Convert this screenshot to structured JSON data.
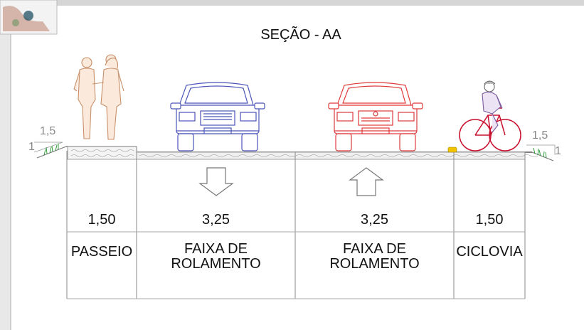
{
  "diagram": {
    "title": "SEÇÃO - AA",
    "segments": [
      {
        "width_label": "1,50",
        "name": "PASSEIO"
      },
      {
        "width_label": "3,25",
        "name": "FAIXA DE\nROLAMENTO"
      },
      {
        "width_label": "3,25",
        "name": "FAIXA DE\nROLAMENTO"
      },
      {
        "width_label": "1,50",
        "name": "CICLOVIA"
      }
    ],
    "slope_left": {
      "run": "1,5",
      "rise": "1"
    },
    "slope_right": {
      "run": "1,5",
      "rise": "1"
    },
    "colors": {
      "car_left": "#4a55b8",
      "car_right": "#e03a3a",
      "pedestrians": "#c8906a",
      "bicycle": "#c8102e",
      "grass": "#2e9c3a",
      "marker": "#f2c400"
    }
  }
}
